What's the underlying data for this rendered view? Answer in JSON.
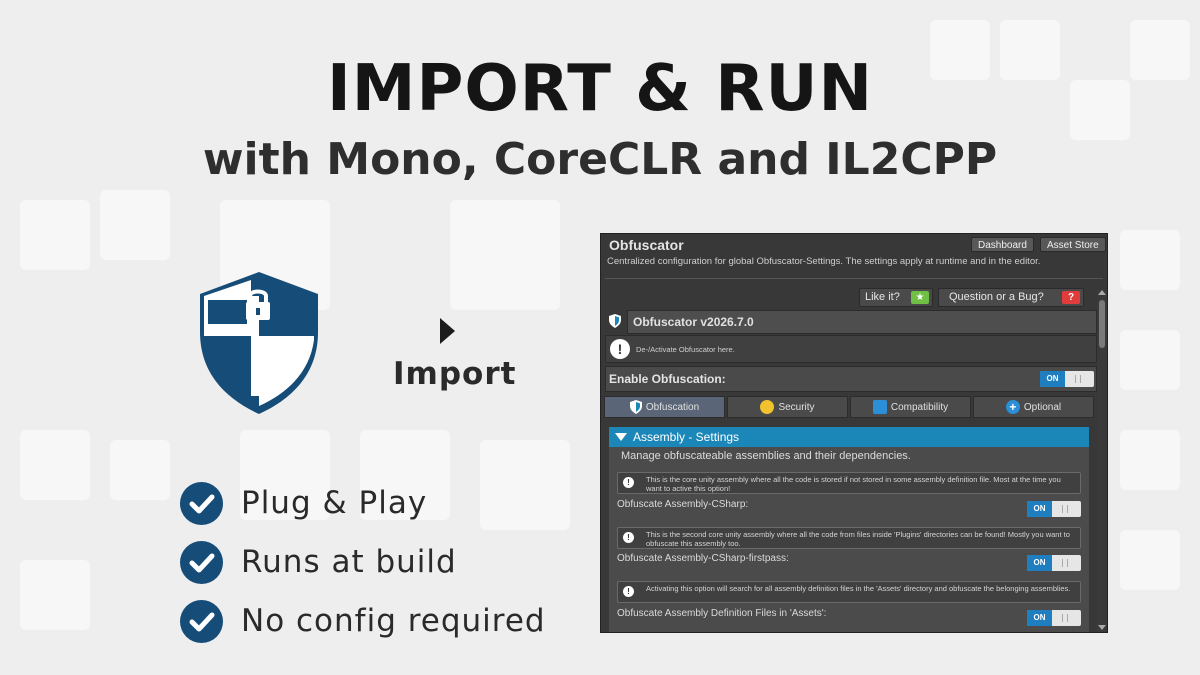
{
  "hero": {
    "title": "IMPORT & RUN",
    "subtitle": "with Mono, CoreCLR and IL2CPP",
    "import_label": "Import"
  },
  "features": [
    {
      "label": "Plug & Play"
    },
    {
      "label": "Runs at build"
    },
    {
      "label": "No config required"
    }
  ],
  "panel": {
    "title": "Obfuscator",
    "dashboard_label": "Dashboard",
    "asset_store_label": "Asset Store",
    "description": "Centralized configuration for global Obfuscator-Settings. The settings apply at runtime and in the editor.",
    "like_label": "Like it?",
    "bug_label": "Question or a Bug?",
    "bug_icon_text": "?",
    "version": "Obfuscator v2026.7.0",
    "info_icon_text": "!",
    "info_text": "De-/Activate Obfuscator here.",
    "enable_label": "Enable Obfuscation:",
    "tabs": [
      {
        "label": "Obfuscation",
        "icon": "shield-icon"
      },
      {
        "label": "Security",
        "icon": "lock-icon"
      },
      {
        "label": "Compatibility",
        "icon": "puzzle-icon"
      },
      {
        "label": "Optional",
        "icon": "plus-icon"
      }
    ],
    "section": {
      "title": "Assembly - Settings",
      "description": "Manage obfuscateable assemblies and their dependencies.",
      "options": [
        {
          "hint": "This is the core unity assembly where all the code is stored if not stored in some assembly definition file. Most at the time you want to active this option!",
          "label": "Obfuscate Assembly-CSharp:",
          "toggle": "ON"
        },
        {
          "hint": "This is the second core unity assembly where all the code from files inside 'Plugins' directories can be found! Mostly you want to obfuscate this assembly too.",
          "label": "Obfuscate Assembly-CSharp-firstpass:",
          "toggle": "ON"
        },
        {
          "hint": "Activating this option will search for all assembly definition files in the 'Assets' directory and obfuscate the belonging assemblies.",
          "label": "Obfuscate Assembly Definition Files in 'Assets':",
          "toggle": "ON"
        }
      ]
    },
    "toggle_on": "ON"
  },
  "colors": {
    "brand_blue": "#164c78",
    "unity_accent": "#1b86b8",
    "toggle_on": "#1e7ec0"
  }
}
